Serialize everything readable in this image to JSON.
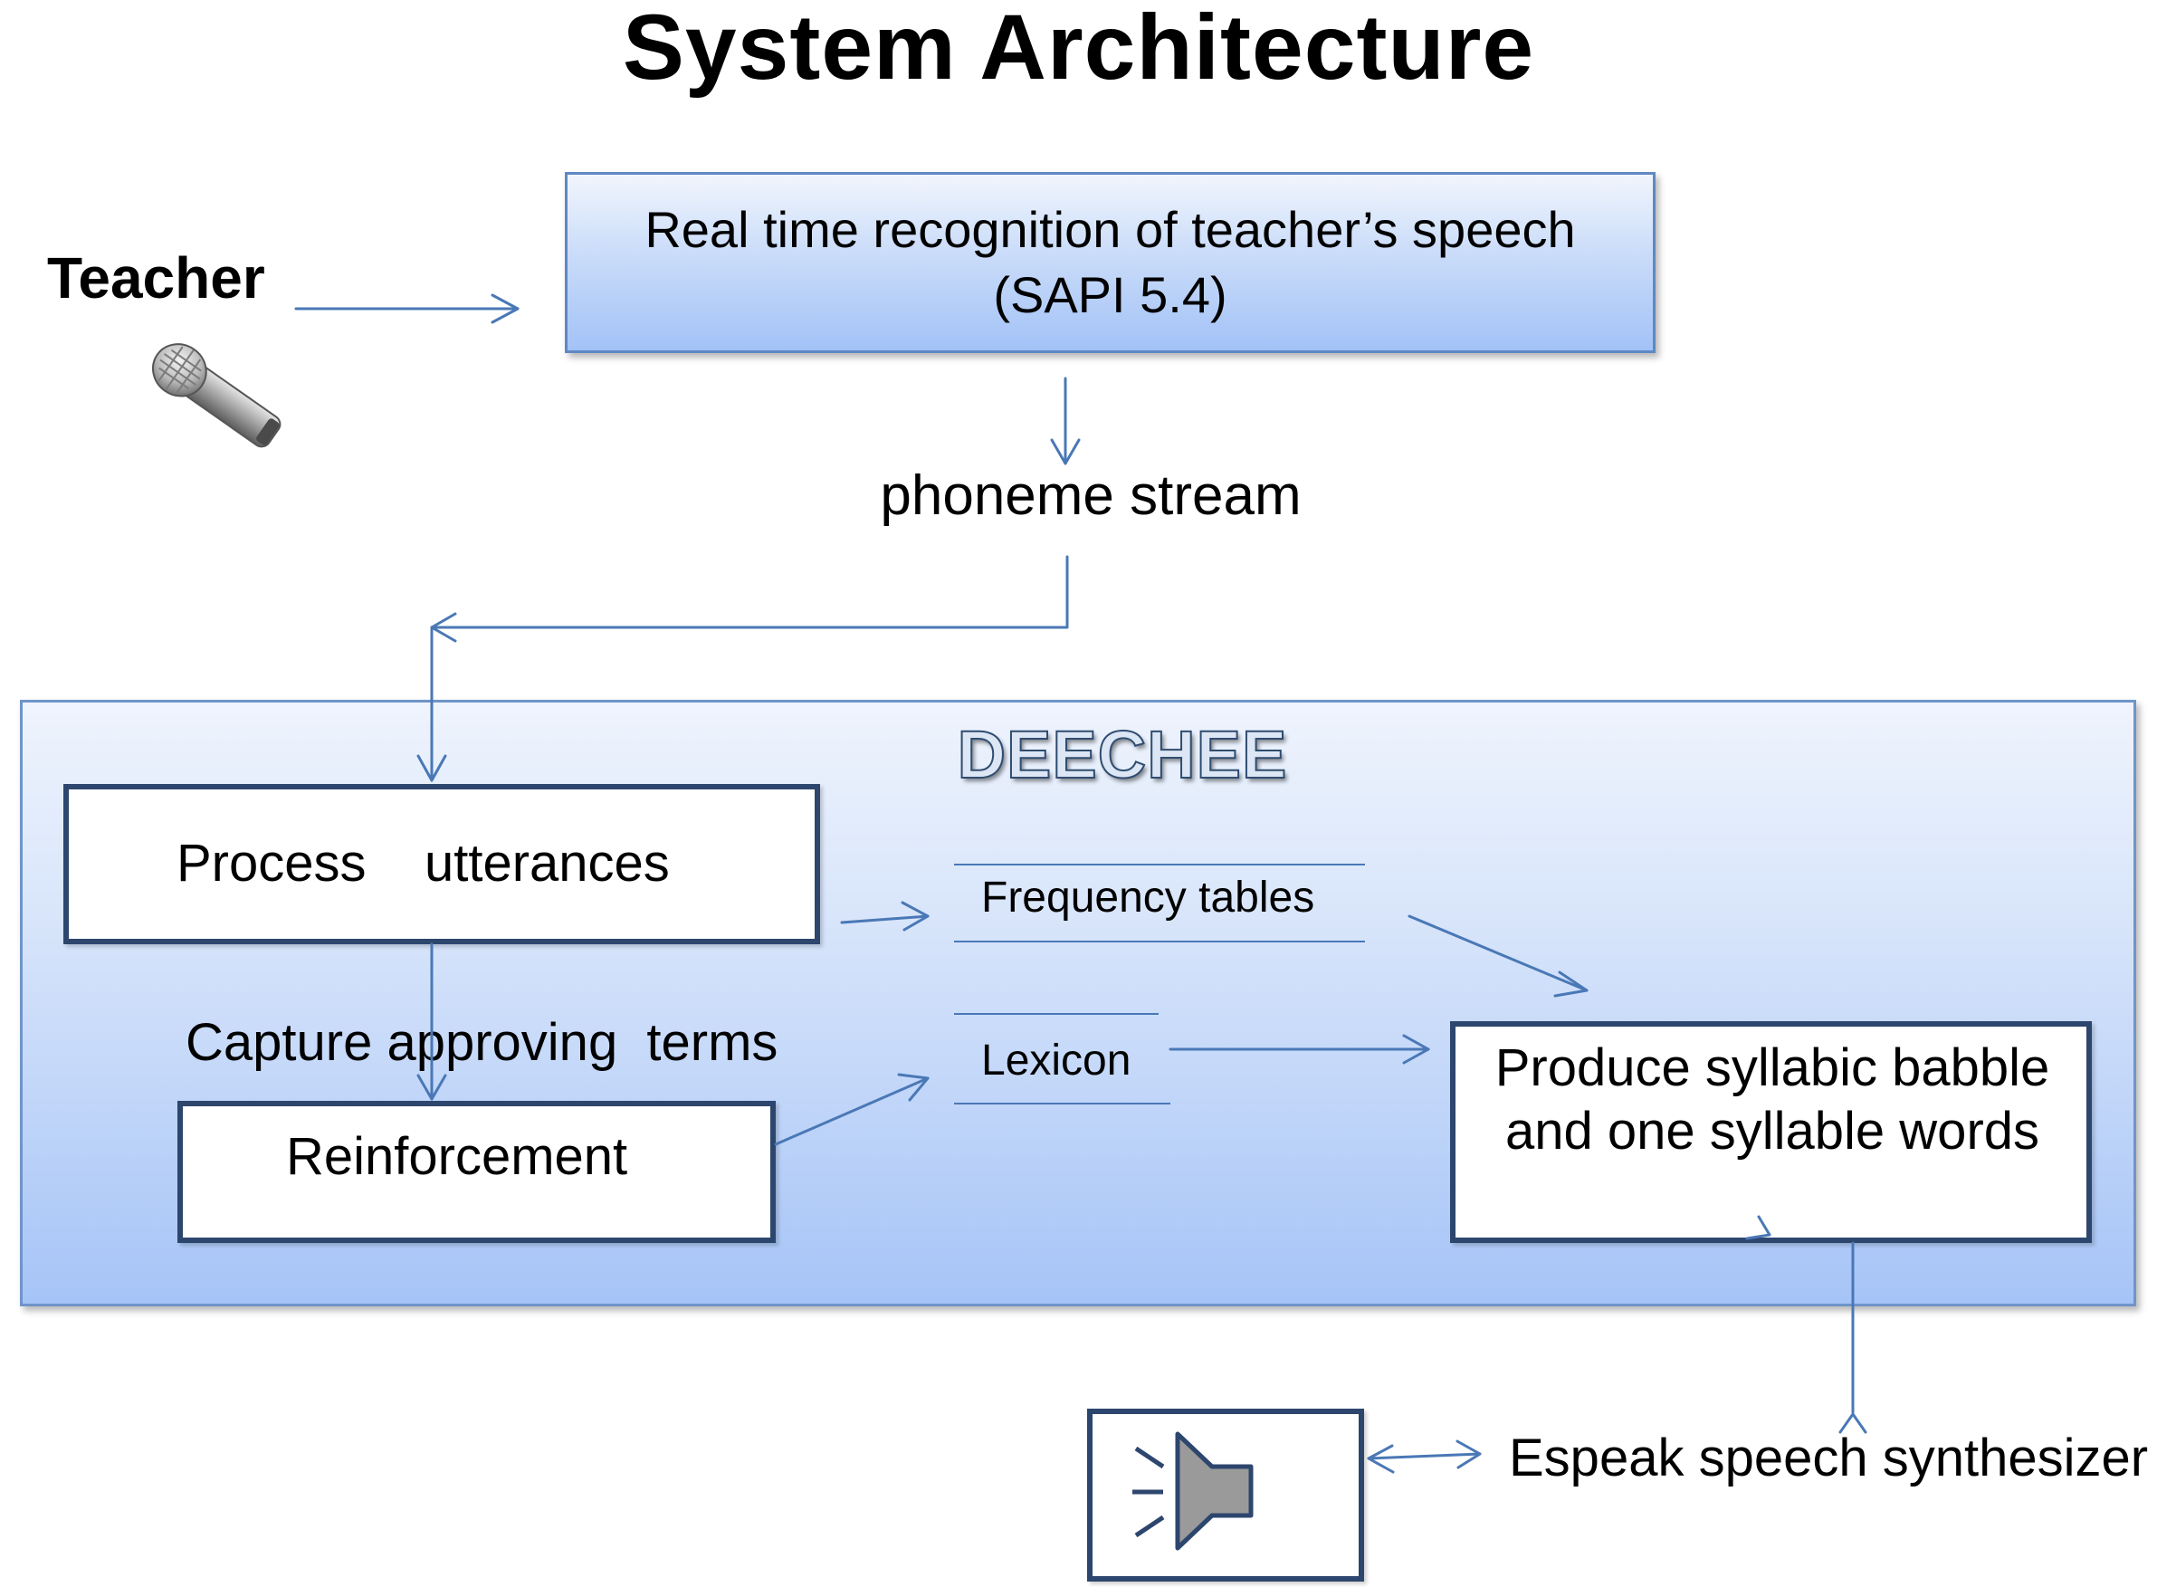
{
  "title": "System Architecture",
  "teacher": {
    "label": "Teacher",
    "icon": "microphone-icon"
  },
  "recognition": {
    "line1": "Real time  recognition of teacher’s speech",
    "line2": "(SAPI 5.4)"
  },
  "phoneme_stream": "phoneme stream",
  "deechee": {
    "title": "DEECHEE",
    "process": "Process    utterances",
    "capture": "Capture approving  terms",
    "reinforcement": "Reinforcement",
    "frequency_tables": "Frequency tables",
    "lexicon": "Lexicon",
    "produce_line1": "Produce syllabic babble",
    "produce_line2": "and one syllable words"
  },
  "speaker": {
    "icon": "speaker-icon"
  },
  "espeak": "Espeak speech synthesizer",
  "colors": {
    "arrow": "#4a78b6",
    "box_border": "#2d466e",
    "panel_light": "#eff4fd",
    "panel_dark": "#a6c4f7"
  }
}
